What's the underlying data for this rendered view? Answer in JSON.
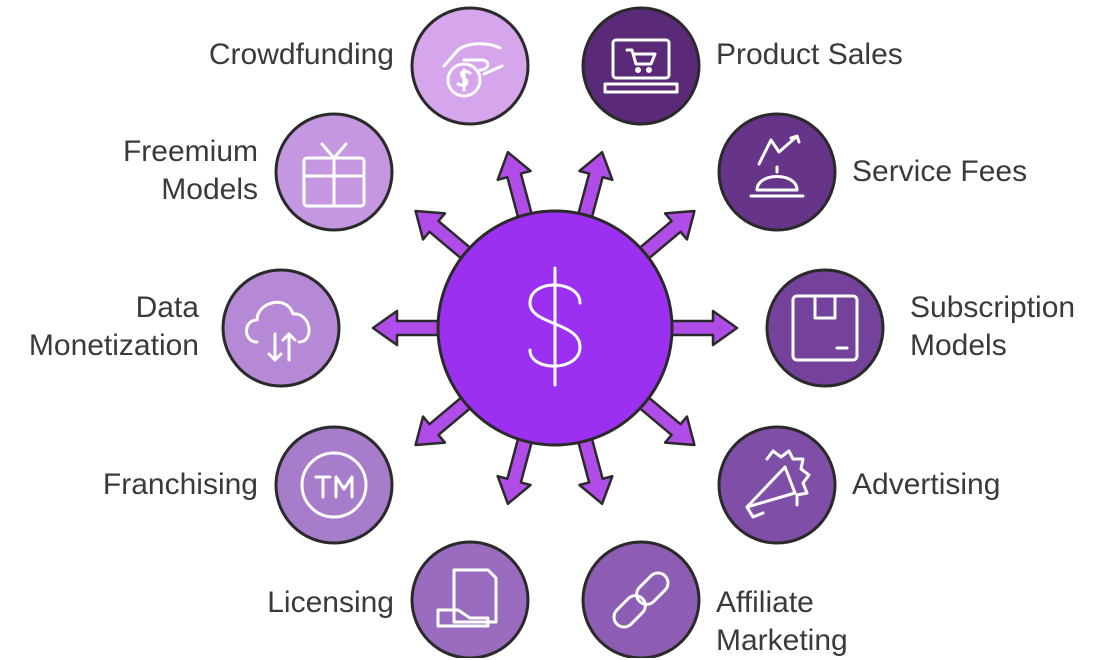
{
  "center": {
    "icon": "dollar-sign-icon",
    "fill": "#9b30f0"
  },
  "colors": {
    "arrow": "#b04de8",
    "stroke": "#2a2a2a",
    "icon_stroke": "#ffffff",
    "text": "#3a3a3a"
  },
  "nodes": [
    {
      "id": "product-sales",
      "label_lines": [
        "Product Sales"
      ],
      "icon": "laptop-cart-icon",
      "fill": "#5a2a78"
    },
    {
      "id": "service-fees",
      "label_lines": [
        "Service Fees"
      ],
      "icon": "service-bell-icon",
      "fill": "#66358a"
    },
    {
      "id": "subscription-models",
      "label_lines": [
        "Subscription",
        "Models"
      ],
      "icon": "box-icon",
      "fill": "#74429a"
    },
    {
      "id": "advertising",
      "label_lines": [
        "Advertising"
      ],
      "icon": "megaphone-icon",
      "fill": "#7f4ea6"
    },
    {
      "id": "affiliate-marketing",
      "label_lines": [
        "Affiliate",
        "Marketing"
      ],
      "icon": "link-icon",
      "fill": "#8c5db2"
    },
    {
      "id": "licensing",
      "label_lines": [
        "Licensing"
      ],
      "icon": "document-hand-icon",
      "fill": "#9a6cc0"
    },
    {
      "id": "franchising",
      "label_lines": [
        "Franchising"
      ],
      "icon": "trademark-icon",
      "fill": "#a67ccb"
    },
    {
      "id": "data-monetization",
      "label_lines": [
        "Data",
        "Monetization"
      ],
      "icon": "cloud-sync-icon",
      "fill": "#b589d6"
    },
    {
      "id": "freemium-models",
      "label_lines": [
        "Freemium",
        "Models"
      ],
      "icon": "gift-icon",
      "fill": "#c497e0"
    },
    {
      "id": "crowdfunding",
      "label_lines": [
        "Crowdfunding"
      ],
      "icon": "hand-coin-icon",
      "fill": "#d5a6ec"
    }
  ]
}
